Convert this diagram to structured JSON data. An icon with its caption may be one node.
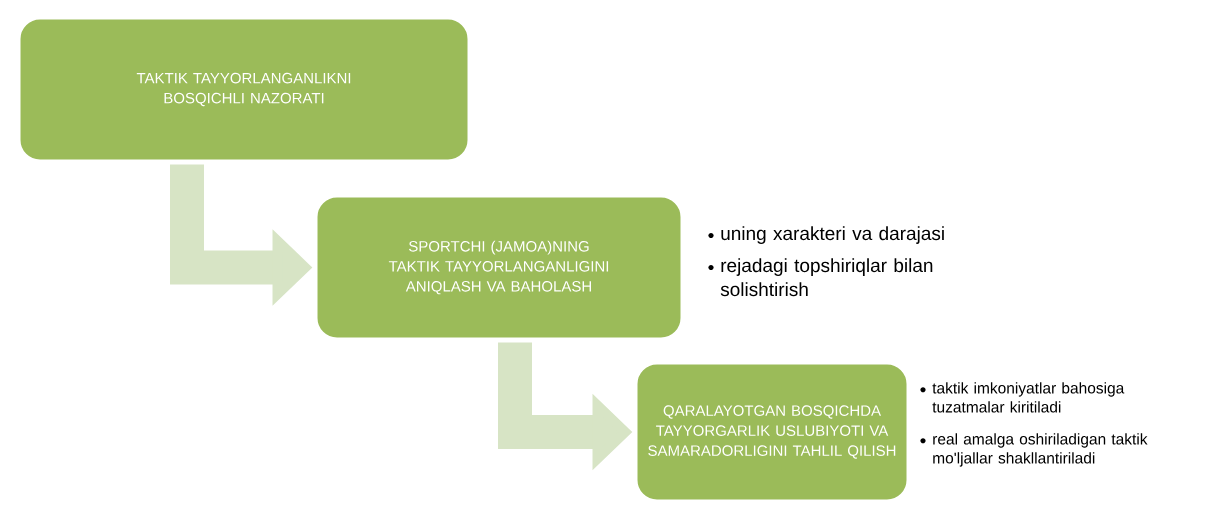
{
  "diagram": {
    "nodes": [
      {
        "text": [
          "TAKTIK  TAYYORLANGANLIKNI BOSQICHLI NAZORATI"
        ]
      },
      {
        "text": [
          "SPORTCHI (JAMOA)NING TAKTIK TAYYORLANGANLIGINI ANIQLASH VA BAHOLASH"
        ],
        "beside": [
          "uning xarakteri va darajasi",
          "rejadagi topshiriqlar bilan solishtirish"
        ]
      },
      {
        "text": [
          "QARALAYOTGAN BOSQICHDA TAYYORGARLIK USLUBIYOTI VA SAMARADORLIGINI TAHLIL QILISH"
        ],
        "beside": [
          "taktik imkoniyatlar bahosiga tuzatmalar kiritiladi",
          "real amalga oshiriladigan taktik mo'ljallar shakllantiriladi"
        ]
      }
    ],
    "edges": [
      {
        "from": 0,
        "to": 1,
        "arrow": "to"
      },
      {
        "from": 1,
        "to": 2,
        "arrow": "to"
      }
    ]
  }
}
